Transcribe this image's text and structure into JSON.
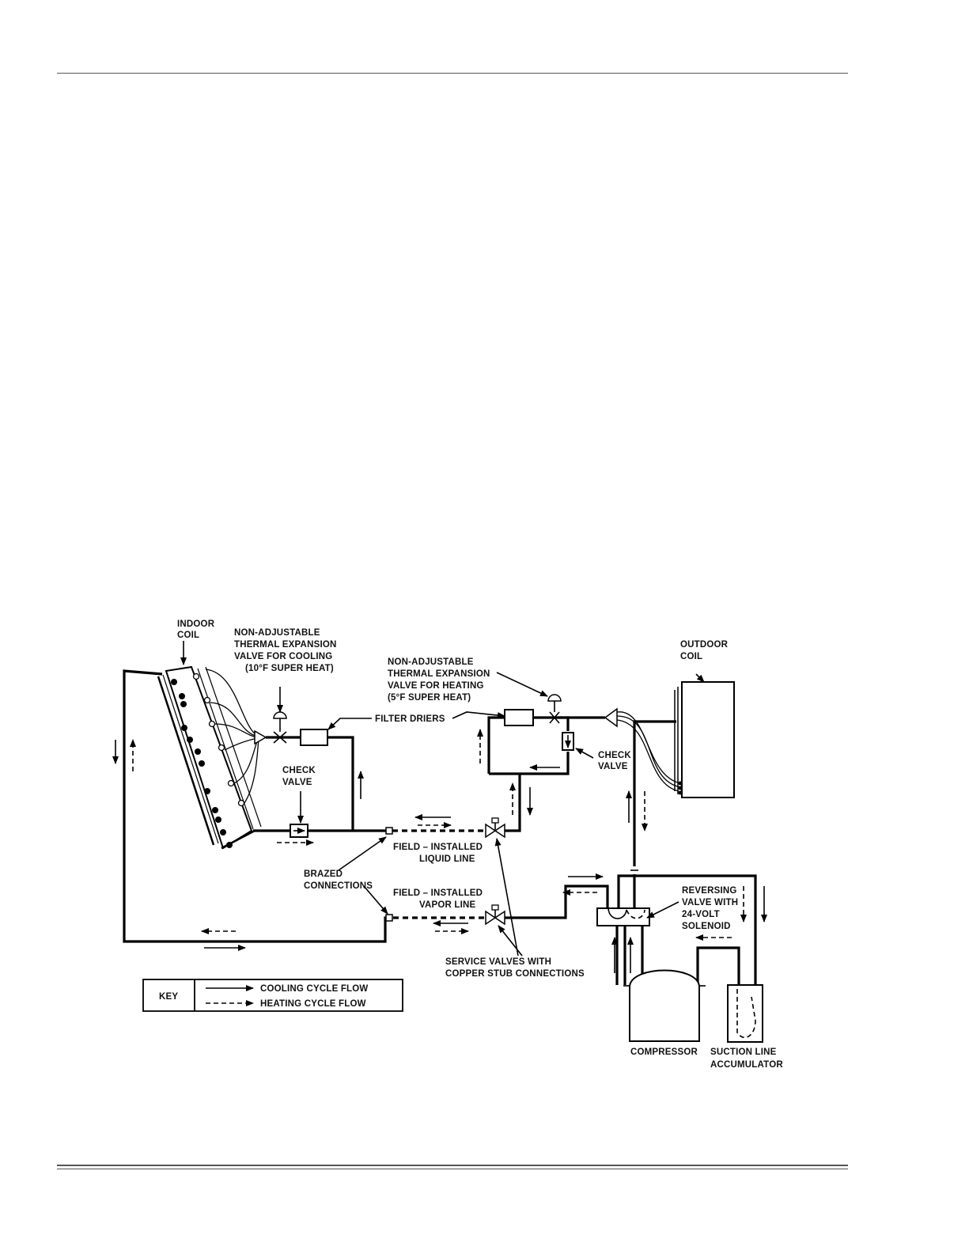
{
  "labels": {
    "indoor_coil": [
      "INDOOR",
      "COIL"
    ],
    "txv_cooling": [
      "NON-ADJUSTABLE",
      "THERMAL EXPANSION",
      "VALVE FOR COOLING",
      "(10°F SUPER HEAT)"
    ],
    "txv_heating": [
      "NON-ADJUSTABLE",
      "THERMAL EXPANSION",
      "VALVE FOR HEATING",
      "(5°F SUPER HEAT)"
    ],
    "outdoor_coil": [
      "OUTDOOR",
      "COIL"
    ],
    "filter_driers": "FILTER DRIERS",
    "check_valve_left": [
      "CHECK",
      "VALVE"
    ],
    "check_valve_right": [
      "CHECK",
      "VALVE"
    ],
    "liquid_line": [
      "FIELD – INSTALLED",
      "LIQUID LINE"
    ],
    "brazed": [
      "BRAZED",
      "CONNECTIONS"
    ],
    "vapor_line": [
      "FIELD – INSTALLED",
      "VAPOR LINE"
    ],
    "reversing_valve": [
      "REVERSING",
      "VALVE WITH",
      "24-VOLT",
      "SOLENOID"
    ],
    "service_valves": [
      "SERVICE VALVES WITH",
      "COPPER STUB CONNECTIONS"
    ],
    "compressor": "COMPRESSOR",
    "accumulator": [
      "SUCTION LINE",
      "ACCUMULATOR"
    ]
  },
  "key": {
    "title": "KEY",
    "cooling": "COOLING CYCLE FLOW",
    "heating": "HEATING CYCLE FLOW"
  }
}
